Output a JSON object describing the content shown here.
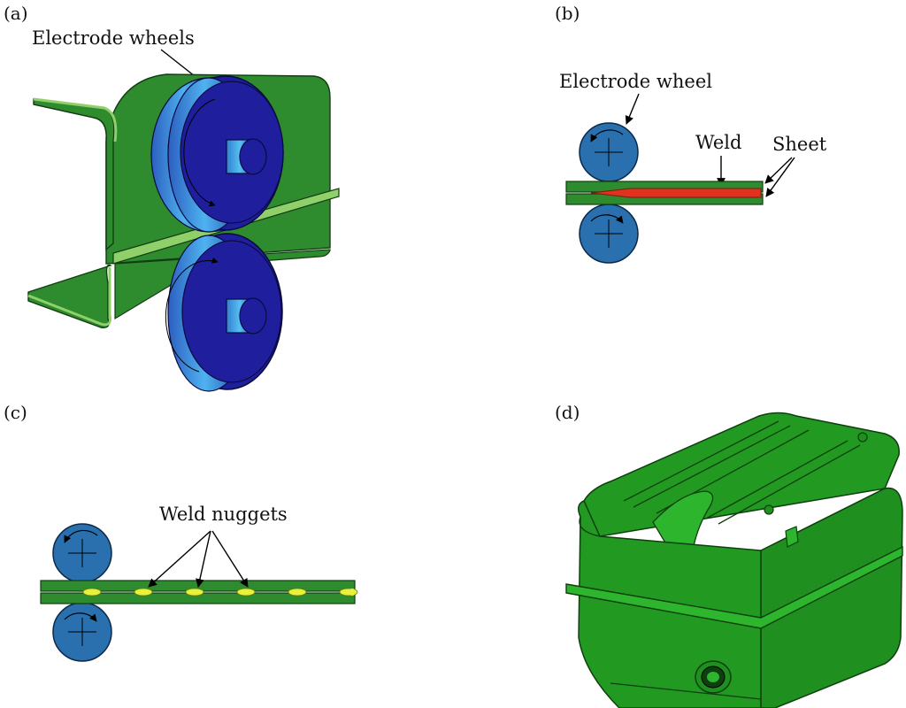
{
  "panels": {
    "a": {
      "tag": "(a)",
      "label": "Electrode  wheels"
    },
    "b": {
      "tag": "(b)",
      "label_wheel": "Electrode  wheel",
      "label_weld": "Weld",
      "label_sheet": "Sheet"
    },
    "c": {
      "tag": "(c)",
      "label": "Weld  nuggets",
      "nugget_count": 6
    },
    "d": {
      "tag": "(d)"
    }
  },
  "colors": {
    "sheet_green": "#2e8b2e",
    "sheet_dark": "#1f6a1f",
    "sheet_edge": "#8fd06a",
    "wheel_face": "#1f1f9e",
    "wheel_rim": "#3f8fdc",
    "roller_blue": "#2a6fae",
    "weld_red": "#e0321e",
    "nugget_yellow": "#e8f23a",
    "tank_green": "#229a22"
  }
}
